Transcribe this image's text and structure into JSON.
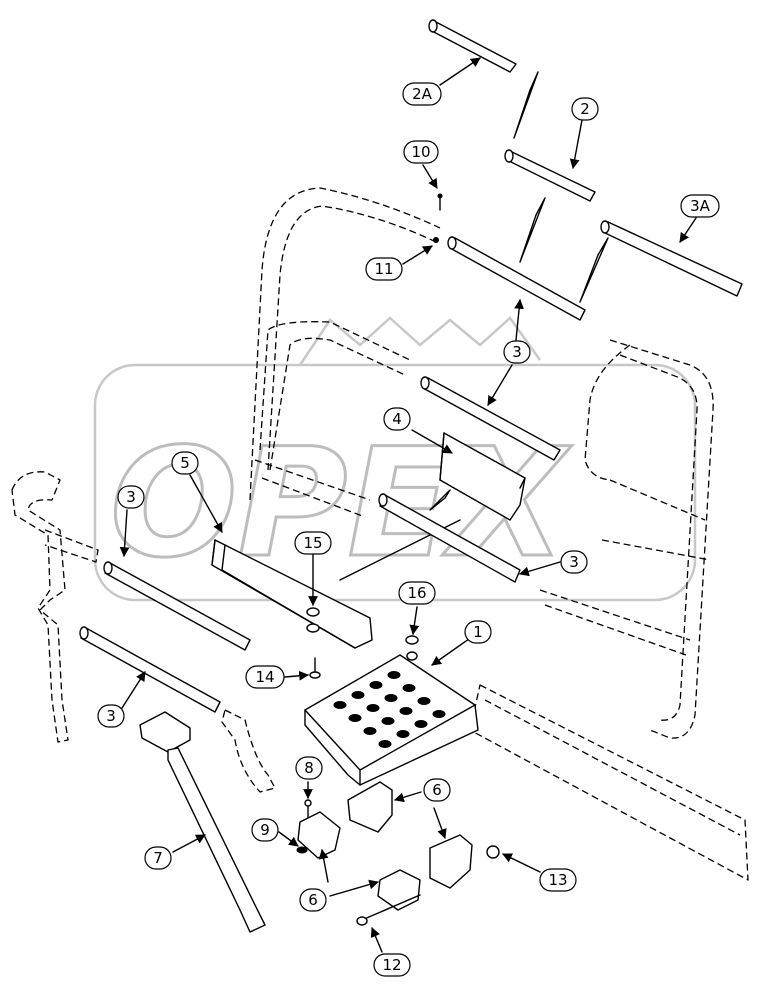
{
  "watermark": "OPEX",
  "callouts": [
    {
      "id": "c-2a",
      "label": "2A"
    },
    {
      "id": "c-2",
      "label": "2"
    },
    {
      "id": "c-10",
      "label": "10"
    },
    {
      "id": "c-3a",
      "label": "3A"
    },
    {
      "id": "c-11",
      "label": "11"
    },
    {
      "id": "c-3-top",
      "label": "3"
    },
    {
      "id": "c-4",
      "label": "4"
    },
    {
      "id": "c-5",
      "label": "5"
    },
    {
      "id": "c-3-left",
      "label": "3"
    },
    {
      "id": "c-15",
      "label": "15"
    },
    {
      "id": "c-3-right",
      "label": "3"
    },
    {
      "id": "c-16",
      "label": "16"
    },
    {
      "id": "c-1",
      "label": "1"
    },
    {
      "id": "c-14",
      "label": "14"
    },
    {
      "id": "c-3-bottom",
      "label": "3"
    },
    {
      "id": "c-8",
      "label": "8"
    },
    {
      "id": "c-6-top",
      "label": "6"
    },
    {
      "id": "c-9",
      "label": "9"
    },
    {
      "id": "c-7",
      "label": "7"
    },
    {
      "id": "c-13",
      "label": "13"
    },
    {
      "id": "c-6-bottom",
      "label": "6"
    },
    {
      "id": "c-12",
      "label": "12"
    }
  ]
}
